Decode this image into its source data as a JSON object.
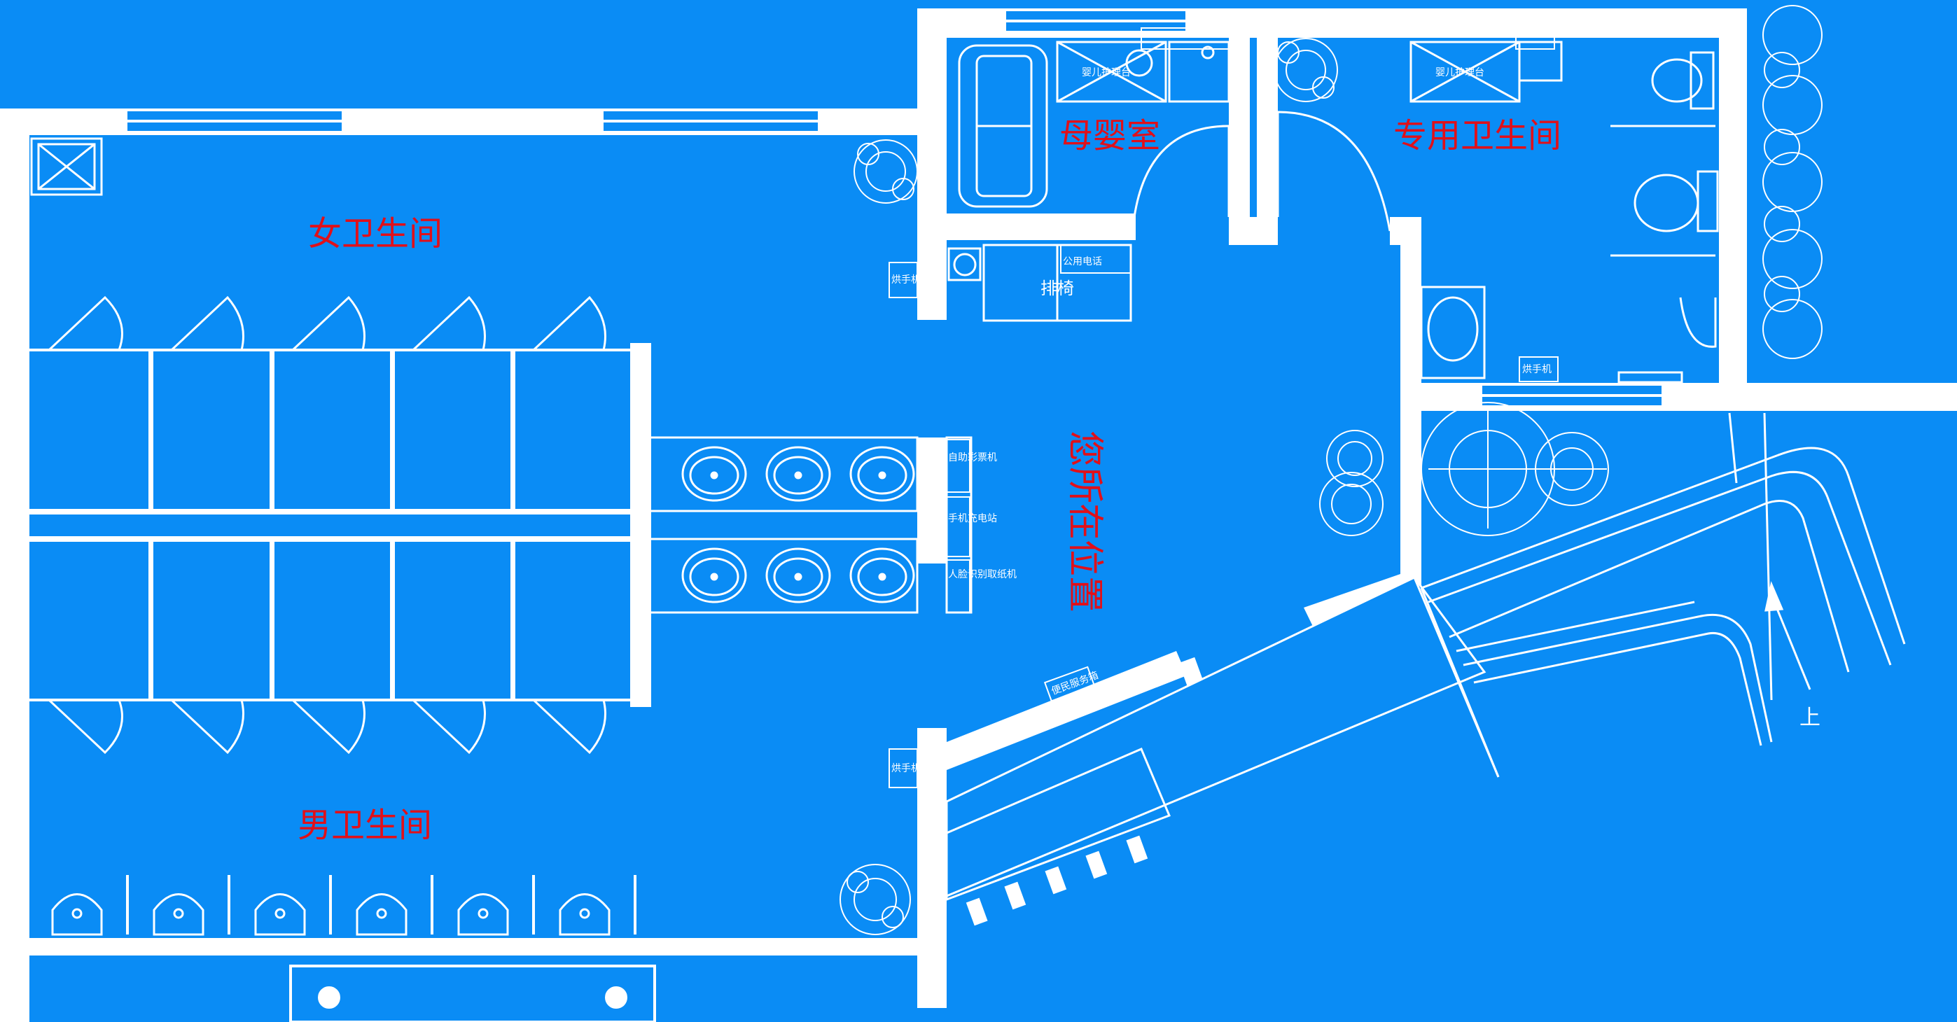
{
  "rooms": {
    "women": "女卫生间",
    "men": "男卫生间",
    "mother_baby": "母婴室",
    "accessible": "专用卫生间",
    "you_are_here": "您所在位置"
  },
  "fixtures": {
    "hand_dryer": "烘手机",
    "bench": "排椅",
    "baby_care_table": "婴儿护理台",
    "public_phone": "公用电话",
    "self_service_lottery": "自助彩票机",
    "phone_charging": "手机充电站",
    "face_tissue": "人脸识别取纸机",
    "convenience_box": "便民服务箱",
    "up_arrow": "上"
  },
  "colors": {
    "background": "#0a8cf5",
    "line": "#ffffff",
    "label": "#e0101a"
  }
}
